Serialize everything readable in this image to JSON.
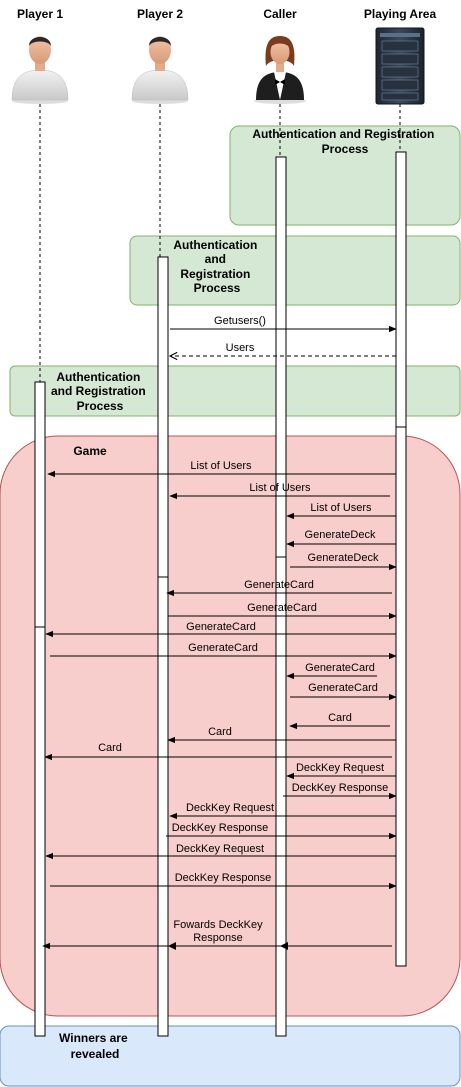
{
  "participants": [
    {
      "name": "Player 1",
      "icon": "user-icon"
    },
    {
      "name": "Player 2",
      "icon": "user-icon"
    },
    {
      "name": "Caller",
      "icon": "waitress-icon"
    },
    {
      "name": "Playing Area",
      "icon": "server-rack-icon"
    }
  ],
  "colors": {
    "green_fill": "#d5e8d4",
    "green_stroke": "#82b366",
    "red_fill": "#f8cecc",
    "red_stroke": "#b85450",
    "blue_fill": "#dae8fc",
    "blue_stroke": "#6c8ebf",
    "line": "#000000"
  },
  "frames": {
    "auth_caller": [
      "Authentication and Registration",
      "Process"
    ],
    "auth_player2": [
      "Authentication",
      "and",
      "Registration",
      "Process"
    ],
    "auth_player1": [
      "Authentication",
      "and Registration",
      "Process"
    ],
    "game": "Game",
    "winners": [
      "Winners are",
      "revealed"
    ]
  },
  "messages": [
    {
      "label": [
        "Getusers()"
      ],
      "from": "Player 2",
      "to": "Playing Area",
      "style": "solid"
    },
    {
      "label": [
        "Users"
      ],
      "from": "Playing Area",
      "to": "Player 2",
      "style": "dashed"
    },
    {
      "label": [
        "List of Users"
      ],
      "from": "Playing Area",
      "to": "Player 1",
      "style": "solid"
    },
    {
      "label": [
        "List of Users"
      ],
      "from": "Playing Area",
      "to": "Player 2",
      "style": "solid"
    },
    {
      "label": [
        "List of Users"
      ],
      "from": "Playing Area",
      "to": "Caller",
      "style": "solid"
    },
    {
      "label": [
        "GenerateDeck"
      ],
      "from": "Playing Area",
      "to": "Caller",
      "style": "solid"
    },
    {
      "label": [
        "GenerateDeck"
      ],
      "from": "Caller",
      "to": "Playing Area",
      "style": "solid"
    },
    {
      "label": [
        "GenerateCard"
      ],
      "from": "Playing Area",
      "to": "Player 2",
      "style": "solid"
    },
    {
      "label": [
        "GenerateCard"
      ],
      "from": "Player 2",
      "to": "Playing Area",
      "style": "solid"
    },
    {
      "label": [
        "GenerateCard"
      ],
      "from": "Playing Area",
      "to": "Player 1",
      "style": "solid"
    },
    {
      "label": [
        "GenerateCard"
      ],
      "from": "Player 1",
      "to": "Playing Area",
      "style": "solid"
    },
    {
      "label": [
        "GenerateCard"
      ],
      "from": "Playing Area",
      "to": "Caller",
      "style": "solid"
    },
    {
      "label": [
        "GenerateCard"
      ],
      "from": "Caller",
      "to": "Playing Area",
      "style": "solid"
    },
    {
      "label": [
        "Card"
      ],
      "from": "Playing Area",
      "to": "Caller",
      "style": "solid"
    },
    {
      "label": [
        "Card"
      ],
      "from": "Playing Area",
      "to": "Player 2",
      "style": "solid"
    },
    {
      "label": [
        "Card"
      ],
      "from": "Playing Area",
      "to": "Player 1",
      "style": "solid"
    },
    {
      "label": [
        "DeckKey Request"
      ],
      "from": "Playing Area",
      "to": "Caller",
      "style": "solid"
    },
    {
      "label": [
        "DeckKey Response"
      ],
      "from": "Caller",
      "to": "Playing Area",
      "style": "solid"
    },
    {
      "label": [
        "DeckKey Request"
      ],
      "from": "Playing Area",
      "to": "Player 2",
      "style": "solid"
    },
    {
      "label": [
        "DeckKey Response"
      ],
      "from": "Player 2",
      "to": "Playing Area",
      "style": "solid"
    },
    {
      "label": [
        "DeckKey Request"
      ],
      "from": "Playing Area",
      "to": "Player 1",
      "style": "solid"
    },
    {
      "label": [
        "DeckKey Response"
      ],
      "from": "Player 1",
      "to": "Playing Area",
      "style": "solid"
    },
    {
      "label": [
        "Fowards DeckKey",
        "Response"
      ],
      "from": "Playing Area",
      "to": "Player 1",
      "style": "solid"
    }
  ]
}
